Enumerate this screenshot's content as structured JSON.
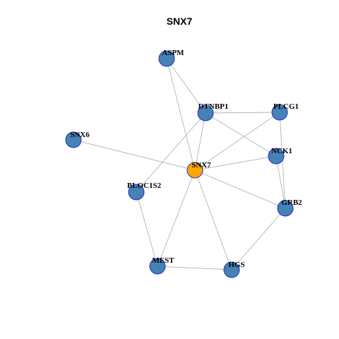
{
  "title": "SNX7",
  "colors": {
    "node_fill": "#4682b4",
    "node_stroke": "#1f2fbf",
    "center_fill": "#ffa500",
    "edge": "#b3b3b3"
  },
  "nodes": [
    {
      "id": "ASPM",
      "label": "ASPM"
    },
    {
      "id": "DTNBP1",
      "label": "DTNBP1"
    },
    {
      "id": "PLCG1",
      "label": "PLCG1"
    },
    {
      "id": "SNX6",
      "label": "SNX6"
    },
    {
      "id": "NCK1",
      "label": "NCK1"
    },
    {
      "id": "SNX7",
      "label": "SNX7",
      "center": true
    },
    {
      "id": "BLOC1S2",
      "label": "BLOC1S2"
    },
    {
      "id": "GRB2",
      "label": "GRB2"
    },
    {
      "id": "MEST",
      "label": "MEST"
    },
    {
      "id": "HGS",
      "label": "HGS"
    }
  ],
  "edges": [
    [
      "ASPM",
      "DTNBP1"
    ],
    [
      "ASPM",
      "SNX7"
    ],
    [
      "DTNBP1",
      "PLCG1"
    ],
    [
      "DTNBP1",
      "NCK1"
    ],
    [
      "DTNBP1",
      "SNX7"
    ],
    [
      "DTNBP1",
      "BLOC1S2"
    ],
    [
      "PLCG1",
      "SNX7"
    ],
    [
      "PLCG1",
      "GRB2"
    ],
    [
      "SNX6",
      "SNX7"
    ],
    [
      "NCK1",
      "SNX7"
    ],
    [
      "NCK1",
      "GRB2"
    ],
    [
      "SNX7",
      "GRB2"
    ],
    [
      "SNX7",
      "MEST"
    ],
    [
      "SNX7",
      "HGS"
    ],
    [
      "BLOC1S2",
      "MEST"
    ],
    [
      "MEST",
      "HGS"
    ],
    [
      "HGS",
      "GRB2"
    ]
  ]
}
